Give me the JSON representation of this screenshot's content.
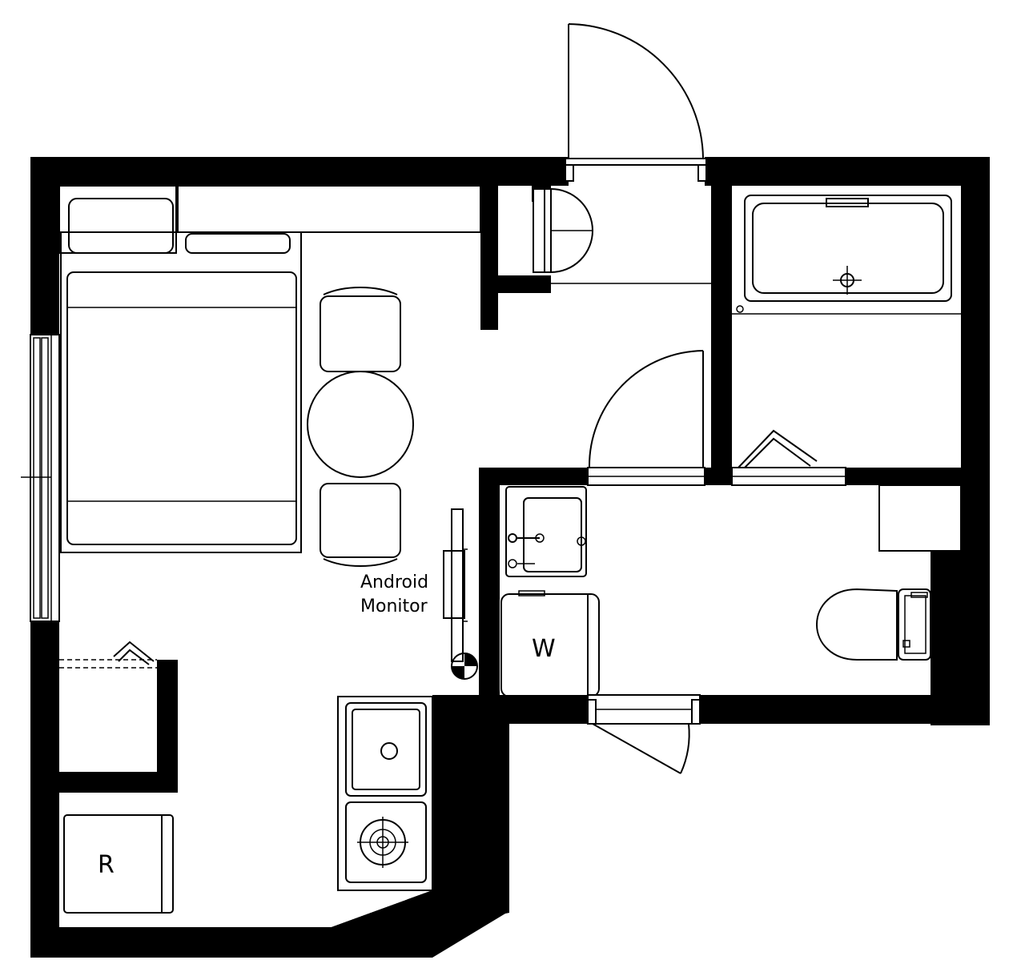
{
  "labels": {
    "monitor_line1": "Android",
    "monitor_line2": "Monitor",
    "washer": "W",
    "refrigerator": "R"
  }
}
